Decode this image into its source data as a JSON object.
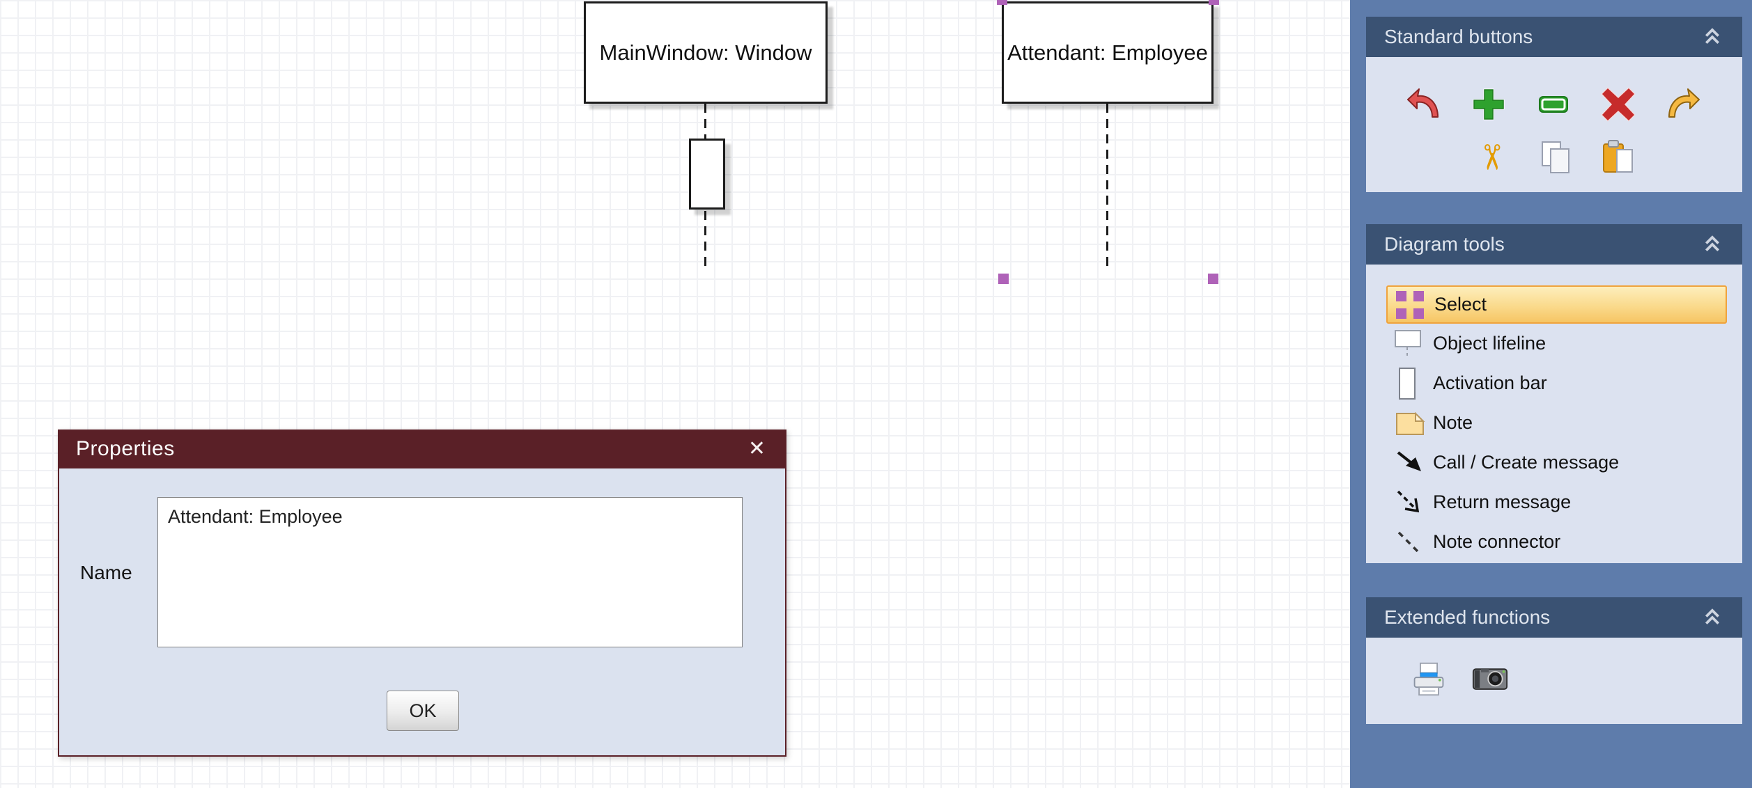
{
  "canvas": {
    "object_boxes": [
      {
        "label": "MainWindow: Window"
      },
      {
        "label": "Attendant: Employee"
      }
    ]
  },
  "dialog": {
    "title": "Properties",
    "close": "✕",
    "fields": [
      {
        "label": "Name",
        "value": "Attendant: Employee"
      }
    ],
    "ok": "OK"
  },
  "sidebar": {
    "panels": {
      "standard": {
        "title": "Standard buttons",
        "buttons": [
          "undo",
          "add-node",
          "remove-node",
          "delete",
          "redo",
          "cut",
          "copy",
          "paste"
        ]
      },
      "tools": {
        "title": "Diagram tools",
        "items": [
          {
            "label": "Select",
            "selected": true
          },
          {
            "label": "Object lifeline",
            "selected": false
          },
          {
            "label": "Activation bar",
            "selected": false
          },
          {
            "label": "Note",
            "selected": false
          },
          {
            "label": "Call / Create message",
            "selected": false
          },
          {
            "label": "Return message",
            "selected": false
          },
          {
            "label": "Note connector",
            "selected": false
          }
        ]
      },
      "extended": {
        "title": "Extended functions",
        "buttons": [
          "print",
          "screenshot"
        ]
      }
    }
  },
  "icons": {
    "cut": "✂"
  },
  "colors": {
    "selection_highlight": "#efa33d",
    "selection_handle": "#af62b8",
    "dialog_titlebar": "#5a2027",
    "sidebar_background": "#5e7cab",
    "panel_header": "#3a5273",
    "panel_body": "#dce2f0"
  }
}
